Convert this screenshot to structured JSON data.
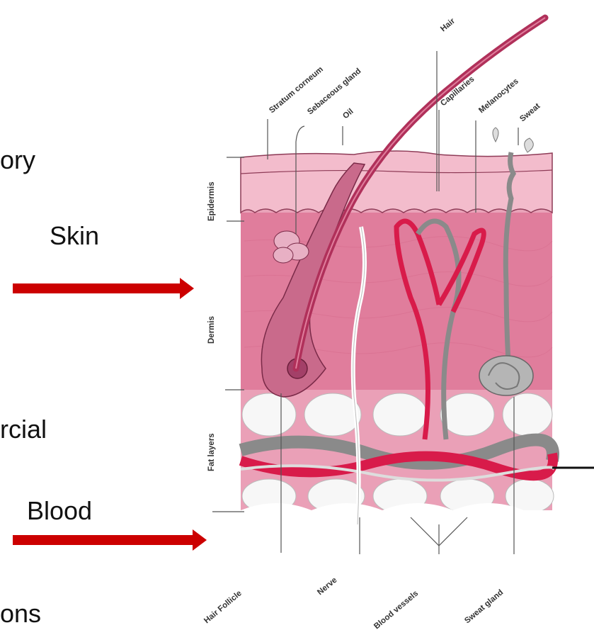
{
  "slide": {
    "left_fragments": [
      "ory",
      "rcial",
      "ons"
    ],
    "skin_label": "Skin",
    "blood_label": "Blood",
    "arrow_color": "#cc0000"
  },
  "diagram": {
    "top_labels": [
      "Stratum corneum",
      "Sebaceous gland",
      "Oil",
      "Hair",
      "Capillaries",
      "Melanocytes",
      "Sweat"
    ],
    "side_labels": [
      "Epidermis",
      "Dermis",
      "Fat layers"
    ],
    "bottom_labels": [
      "Hair Follicle",
      "Nerve",
      "Blood vessels",
      "Sweat gland"
    ],
    "colors": {
      "skin_pink": "#e68aa6",
      "epidermis": "#f1b3c4",
      "hair": "#b0305a",
      "vessel_red": "#d81b4a",
      "vessel_gray": "#8a8a8a",
      "fat": "#f4f4f4"
    }
  }
}
